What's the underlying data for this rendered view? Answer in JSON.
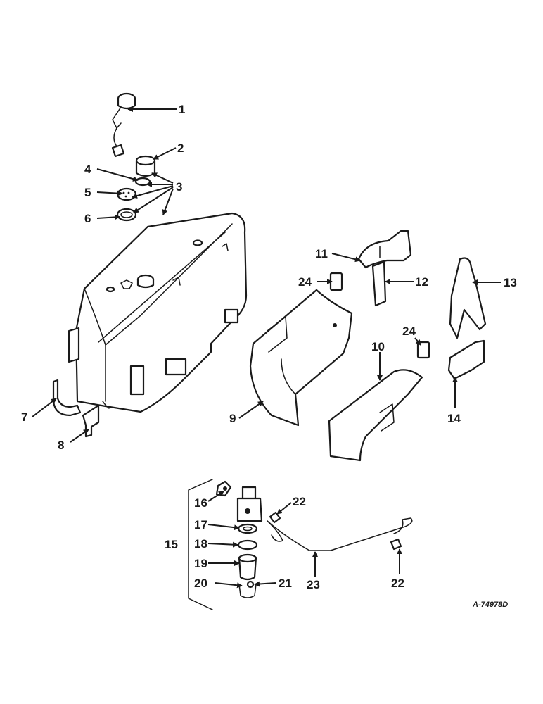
{
  "callouts": {
    "c1": "1",
    "c2": "2",
    "c3": "3",
    "c4": "4",
    "c5": "5",
    "c6": "6",
    "c7": "7",
    "c8": "8",
    "c9": "9",
    "c10": "10",
    "c11": "11",
    "c12": "12",
    "c13": "13",
    "c14": "14",
    "c15": "15",
    "c16": "16",
    "c17": "17",
    "c18": "18",
    "c19": "19",
    "c20": "20",
    "c21": "21",
    "c22a": "22",
    "c22b": "22",
    "c23": "23",
    "c24a": "24",
    "c24b": "24"
  },
  "reference_code": "A-74978D"
}
